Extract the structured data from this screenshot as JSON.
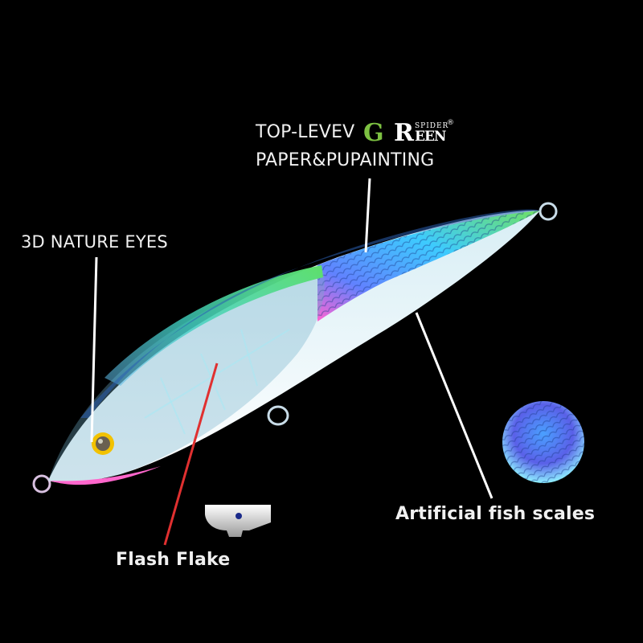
{
  "headline": {
    "line1": "TOP-LEVEV",
    "line2": "PAPER&PUPAINTING",
    "brand": {
      "g": "G",
      "r": "R",
      "spider": "SPIDER",
      "een": "EEN",
      "registered": "®",
      "accent_color": "#7dc142"
    }
  },
  "callouts": {
    "eyes": "3D NATURE EYES",
    "scales": "Artificial fish scales",
    "flake": "Flash Flake"
  },
  "product": {
    "name": "fishing-lure",
    "colors": {
      "back": "#2fd6b0",
      "belly": "#eef6f8",
      "pink": "#ff66cc",
      "eye": "#f2c200",
      "leader_red": "#e03030"
    }
  }
}
